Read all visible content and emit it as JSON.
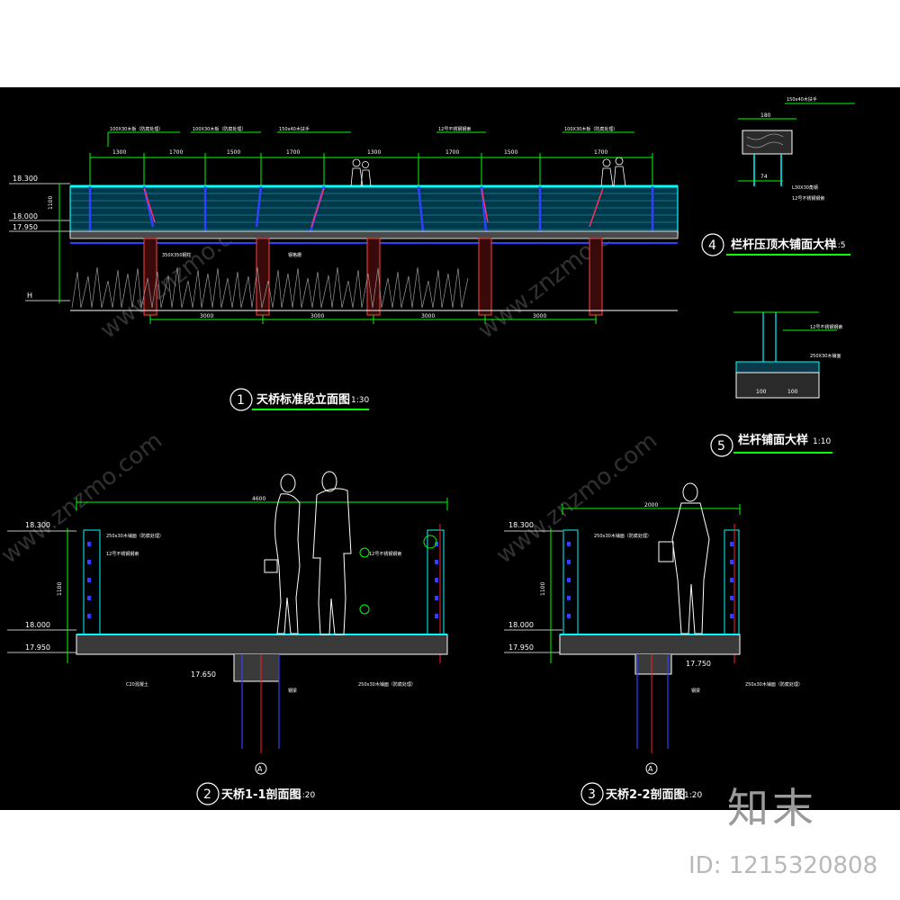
{
  "drawings": {
    "d1": {
      "num": "1",
      "title": "天桥标准段立面图",
      "scale": "1:30"
    },
    "d2": {
      "num": "2",
      "title": "天桥1-1剖面图",
      "scale": "1:20"
    },
    "d3": {
      "num": "3",
      "title": "天桥2-2剖面图",
      "scale": "1:20"
    },
    "d4": {
      "num": "4",
      "title": "栏杆压顶木铺面大样",
      "scale": "1:5"
    },
    "d5": {
      "num": "5",
      "title": "栏杆铺面大样",
      "scale": "1:10"
    }
  },
  "elevation": {
    "levels": [
      "18.300",
      "18.000",
      "17.950"
    ],
    "level_h": "H",
    "top_dims": [
      "1300",
      "1700",
      "1500",
      "1700",
      "1300",
      "1700",
      "1500",
      "1700"
    ],
    "bottom_dims": [
      "3000",
      "3000",
      "3000",
      "3000"
    ],
    "height_dim": "1100",
    "notes": [
      "100X30木板（防腐处理）",
      "150x40木扶手",
      "12号不锈钢钢索",
      "350X350钢柱",
      "钢格栅"
    ]
  },
  "section1": {
    "width_dim": "4600",
    "levels": [
      "18.300",
      "18.000",
      "17.950"
    ],
    "bottom_level": "17.650",
    "axis": "A",
    "height_dim": "1100",
    "notes": [
      "250x30木铺面（防腐处理）",
      "钢梁",
      "12号不锈钢钢索",
      "C20混凝土"
    ]
  },
  "section2": {
    "width_dim": "2000",
    "levels": [
      "18.300",
      "18.000",
      "17.950"
    ],
    "bottom_level": "17.750",
    "axis": "A",
    "height_dim": "1100",
    "notes": [
      "250x30木铺面（防腐处理）",
      "钢梁"
    ]
  },
  "detail4": {
    "dims": [
      "180",
      "74"
    ],
    "notes": [
      "150x40木扶手",
      "L30X30角钢",
      "12号不锈钢钢索"
    ]
  },
  "detail5": {
    "dims": [
      "100",
      "100"
    ],
    "notes": [
      "12号不锈钢钢索",
      "250X30木铺面"
    ]
  },
  "watermark": "www.znzmo.com",
  "logo": "知末",
  "image_id": "ID: 1215320808",
  "colors": {
    "background": "#000000",
    "dimension": "#00ff00",
    "structure": "#00ffff",
    "axis": "#ff0000",
    "fill": "#ff6060",
    "blue": "#3040ff",
    "text": "#ffffff"
  }
}
